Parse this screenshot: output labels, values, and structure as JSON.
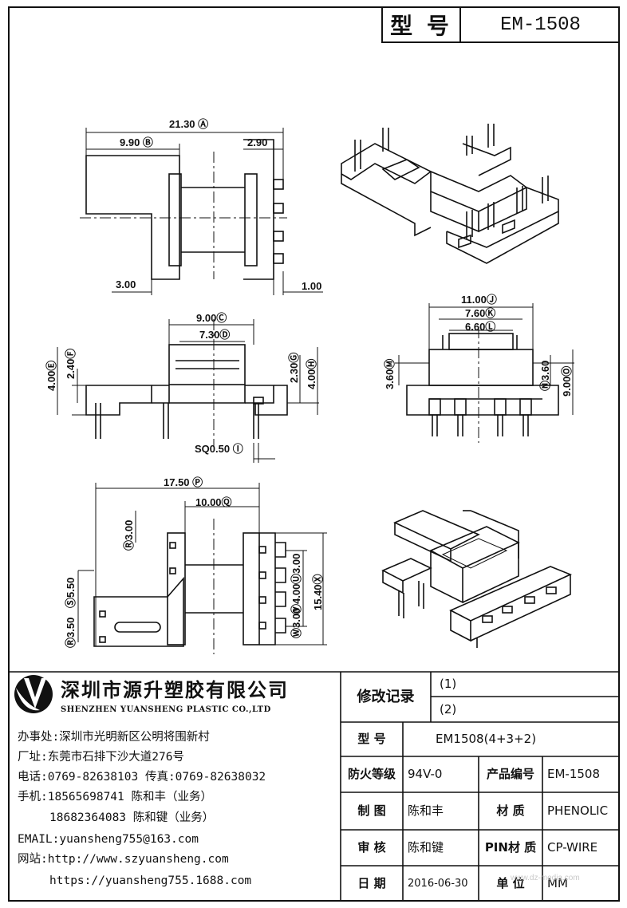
{
  "header": {
    "model_label": "型 号",
    "model_value": "EM-1508"
  },
  "dimensions": {
    "d_2130": "21.30 Ⓐ",
    "d_990": "9.90 Ⓑ",
    "d_290": "2.90",
    "d_300": "3.00",
    "d_100": "1.00",
    "d_900": "9.00Ⓒ",
    "d_730": "7.30Ⓓ",
    "d_400e": "4.00Ⓔ",
    "d_240": "2.40Ⓕ",
    "d_230": "2.30Ⓖ",
    "d_400h": "4.00Ⓗ",
    "d_sq050": "SQ0.50 Ⓘ",
    "d_1100": "11.00Ⓙ",
    "d_760": "7.60Ⓚ",
    "d_660": "6.60Ⓛ",
    "d_360m": "3.60Ⓜ",
    "d_360n": "Ⓝ3.60",
    "d_900o": "9.00Ⓞ",
    "d_1750": "17.50 Ⓟ",
    "d_1000": "10.00Ⓠ",
    "d_300r": "Ⓡ3.00",
    "d_550": "Ⓢ5.50",
    "d_350": "Ⓡ3.50",
    "d_300u": "Ⓤ3.00",
    "d_400v": "Ⓥ4.00",
    "d_300w": "Ⓦ3.00",
    "d_1540": "15.40Ⓧ"
  },
  "company": {
    "name_cn": "深圳市源升塑胶有限公司",
    "name_en": "SHENZHEN YUANSHENG PLASTIC CO.,LTD",
    "office": "办事处:深圳市光明新区公明将围新村",
    "factory": "厂址:东莞市石排下沙大道276号",
    "phone": "电话:0769-82638103 传真:0769-82638032",
    "mobile1": "手机:18565698741 陈和丰（业务）",
    "mobile2": "18682364083 陈和键（业务）",
    "email": "EMAIL:yuansheng755@163.com",
    "web1": "网站:http://www.szyuansheng.com",
    "web2": "https://yuansheng755.1688.com"
  },
  "table": {
    "revision_label": "修改记录",
    "rev1": "(1)",
    "rev2": "(2)",
    "model_label": "型 号",
    "model_value": "EM1508(4+3+2)",
    "fire_label": "防火等级",
    "fire_value": "94V-0",
    "product_no_label": "产品编号",
    "product_no_value": "EM-1508",
    "drawn_label": "制 图",
    "drawn_value": "陈和丰",
    "material_label": "材 质",
    "material_value": "PHENOLIC",
    "check_label": "审 核",
    "check_value": "陈和键",
    "pin_label": "PIN材 质",
    "pin_value": "CP-WIRE",
    "date_label": "日 期",
    "date_value": "2016-06-30",
    "unit_label": "单 位",
    "unit_value": "MM"
  },
  "watermark": "www.dz-media.com"
}
